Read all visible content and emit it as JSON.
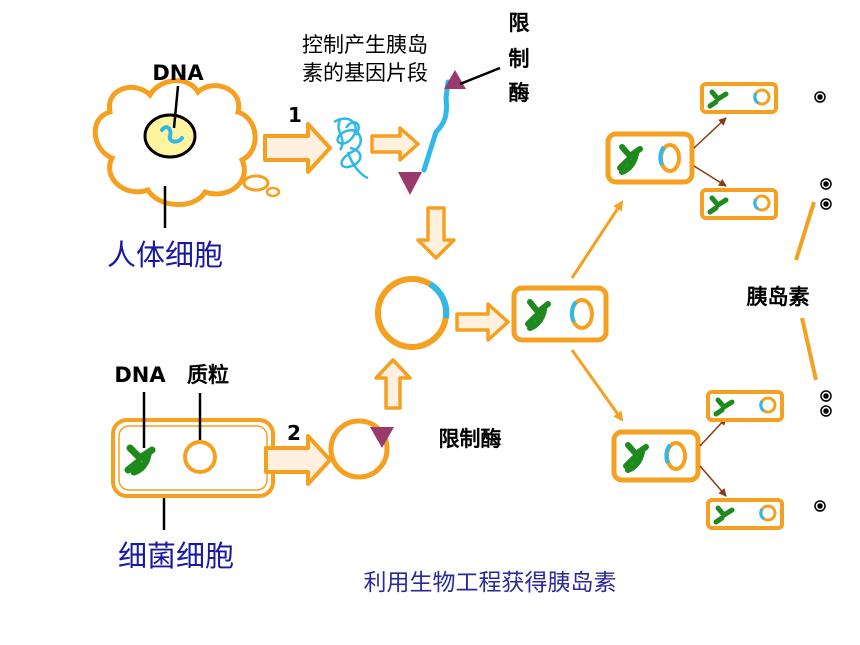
{
  "labels": {
    "dna_top": "DNA",
    "gene_line1": "控制产生胰岛",
    "gene_line2": "素的基因片段",
    "enzyme_v": [
      "限",
      "制",
      "酶"
    ],
    "human_cell": "人体细胞",
    "step1": "1",
    "step2": "2",
    "dna_bottom": "DNA",
    "plasmid": "质粒",
    "enzyme_h": "限制酶",
    "bacteria_cell": "细菌细胞",
    "insulin": "胰岛素",
    "caption": "利用生物工程获得胰岛素"
  },
  "colors": {
    "orange": "#f5a020",
    "green": "#1e8a1e",
    "cyan": "#2fb8e8",
    "triangle": "#9a3a6a",
    "nucleus": "#fff5a0",
    "arrow_fill": "#fff0e0",
    "blue_text": "#1a1aa0"
  },
  "icons": {
    "output_dot": "bullseye-icon"
  }
}
